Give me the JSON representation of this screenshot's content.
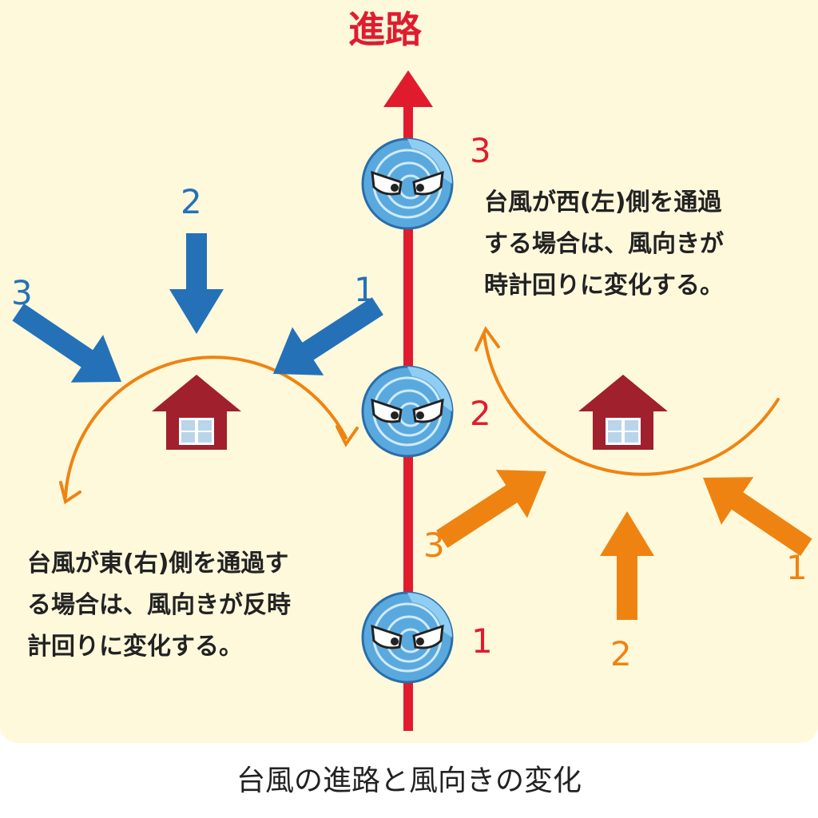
{
  "path_label": "進路",
  "track_numbers": [
    "1",
    "2",
    "3"
  ],
  "left_wind_numbers": [
    "1",
    "2",
    "3"
  ],
  "right_wind_numbers": [
    "1",
    "2",
    "3"
  ],
  "desc_west": [
    "台風が西(左)側を通過",
    "する場合は、風向きが",
    "時計回りに変化する。"
  ],
  "desc_east": [
    "台風が東(右)側を通過す",
    "る場合は、風向きが反時",
    "計回りに変化する。"
  ],
  "caption": "台風の進路と風向きの変化",
  "colors": {
    "track": "#e11b2e",
    "east_wind": "#2471b8",
    "west_wind": "#ef8311",
    "house": "#a0202e",
    "typhoon": "#5aa9de",
    "background": "#fff9dc"
  },
  "icons": [
    "typhoon-icon",
    "house-icon",
    "wind-arrow-icon",
    "rotation-arrow-icon"
  ]
}
